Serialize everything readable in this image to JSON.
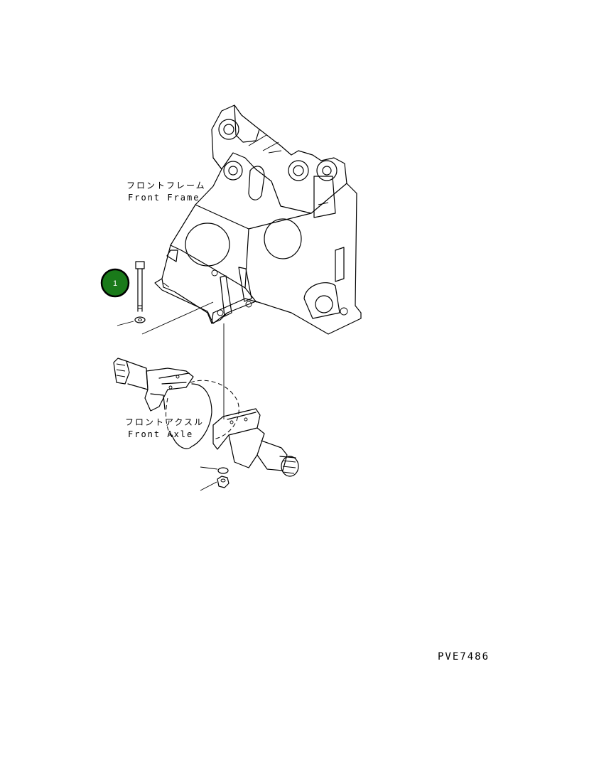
{
  "labels": {
    "front_frame_jp": "フロントフレーム",
    "front_frame_en": "Front Frame",
    "front_axle_jp": "フロントアクスル",
    "front_axle_en": "Front Axle",
    "drawing_code": "PVE7486"
  },
  "callouts": [
    {
      "number": "1",
      "color": "#1a7a1a"
    }
  ]
}
